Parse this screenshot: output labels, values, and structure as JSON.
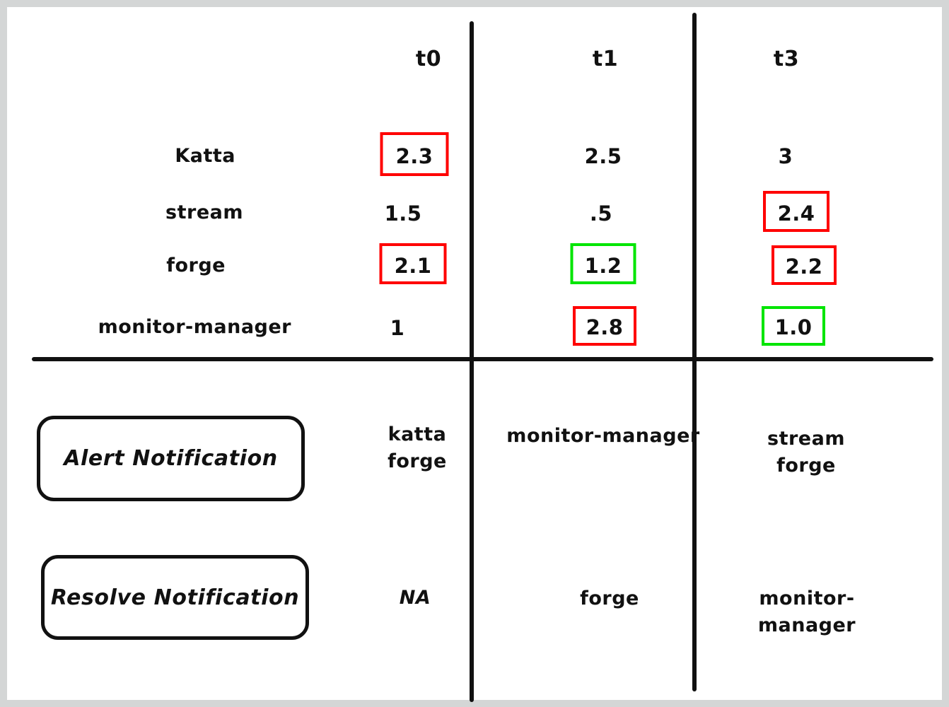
{
  "canvas": {
    "background": "#ffffff",
    "page_background": "#d4d6d6",
    "stroke_color": "#111111",
    "highlight_red": "#ff0000",
    "highlight_green": "#00e500"
  },
  "columns": [
    {
      "key": "t0",
      "label": "t0"
    },
    {
      "key": "t1",
      "label": "t1"
    },
    {
      "key": "t3",
      "label": "t3"
    }
  ],
  "metric_rows": [
    {
      "label": "Katta",
      "cells": [
        {
          "value": "2.3",
          "highlight": "red"
        },
        {
          "value": "2.5",
          "highlight": "none"
        },
        {
          "value": "3",
          "highlight": "none"
        }
      ]
    },
    {
      "label": "stream",
      "cells": [
        {
          "value": "1.5",
          "highlight": "none"
        },
        {
          "value": ".5",
          "highlight": "none"
        },
        {
          "value": "2.4",
          "highlight": "red"
        }
      ]
    },
    {
      "label": "forge",
      "cells": [
        {
          "value": "2.1",
          "highlight": "red"
        },
        {
          "value": "1.2",
          "highlight": "green"
        },
        {
          "value": "2.2",
          "highlight": "red"
        }
      ]
    },
    {
      "label": "monitor-manager",
      "cells": [
        {
          "value": "1",
          "highlight": "none"
        },
        {
          "value": "2.8",
          "highlight": "red"
        },
        {
          "value": "1.0",
          "highlight": "green"
        }
      ]
    }
  ],
  "notification_rows": [
    {
      "box_label": "Alert Notification",
      "cells": [
        "katta\nforge",
        "monitor-manager",
        "stream\nforge"
      ]
    },
    {
      "box_label": "Resolve Notification",
      "cells": [
        "NA",
        "forge",
        "monitor-manager"
      ]
    }
  ]
}
